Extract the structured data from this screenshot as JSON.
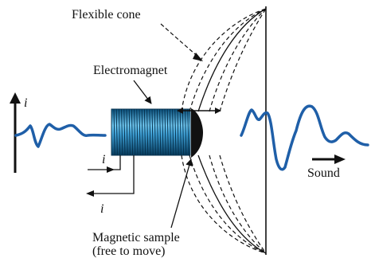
{
  "labels": {
    "flexible_cone": "Flexible cone",
    "electromagnet": "Electromagnet",
    "magnetic_sample_line1": "Magnetic sample",
    "magnetic_sample_line2": "(free to move)",
    "sound": "Sound",
    "current_input": "i",
    "current_lead_top": "i",
    "current_lead_bottom": "i"
  },
  "colors": {
    "waveform": "#1f5fa8",
    "coil_dark": "#0a4f7a",
    "coil_light": "#6fc6ef",
    "ink": "#111111"
  },
  "icons": {
    "current_arrow": "arrow-up",
    "sound_arrow": "arrow-right",
    "motion_arrow": "double-arrow-horizontal"
  }
}
